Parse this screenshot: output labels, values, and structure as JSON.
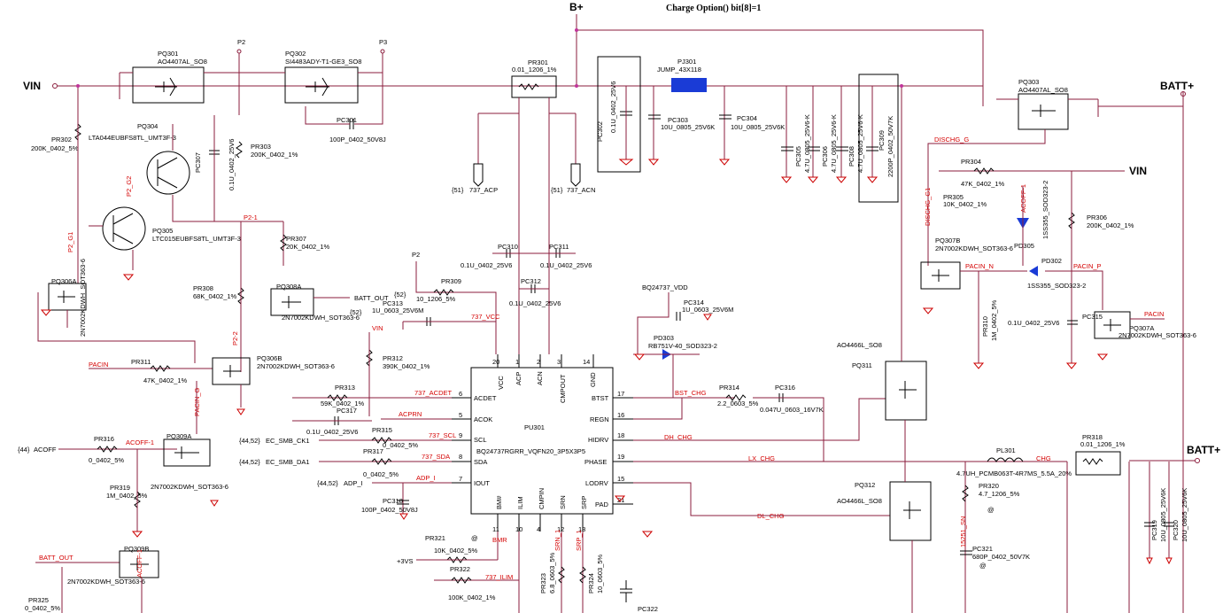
{
  "title": "Charge Option() bit[8]=1",
  "power_nets": {
    "vin_left": "VIN",
    "vin_right": "VIN",
    "b_plus": "B+",
    "batt_plus_top": "BATT+",
    "batt_plus_right": "BATT+"
  },
  "chip": {
    "ref": "PU301",
    "part": "BQ24737RGRR_VQFN20_3P5X3P5",
    "pins_left": [
      {
        "num": "6",
        "name": "ACDET"
      },
      {
        "num": "5",
        "name": "ACOK"
      },
      {
        "num": "9",
        "name": "SCL"
      },
      {
        "num": "8",
        "name": "SDA"
      },
      {
        "num": "7",
        "name": "IOUT"
      }
    ],
    "pins_right": [
      {
        "num": "17",
        "name": "BTST"
      },
      {
        "num": "16",
        "name": "REGN"
      },
      {
        "num": "18",
        "name": "HIDRV"
      },
      {
        "num": "19",
        "name": "PHASE"
      },
      {
        "num": "15",
        "name": "LODRV"
      },
      {
        "num": "21",
        "name": "PAD"
      }
    ],
    "pins_top": [
      {
        "num": "20",
        "name": "VCC"
      },
      {
        "num": "1",
        "name": "ACP"
      },
      {
        "num": "2",
        "name": "ACN"
      },
      {
        "num": "3",
        "name": "CMPOUT"
      },
      {
        "num": "14",
        "name": "GND"
      }
    ],
    "pins_bottom": [
      {
        "num": "11",
        "name": "BM#"
      },
      {
        "num": "10",
        "name": "ILIM"
      },
      {
        "num": "4",
        "name": "CMPIN"
      },
      {
        "num": "12",
        "name": "SRN"
      },
      {
        "num": "13",
        "name": "SRP"
      }
    ]
  },
  "mosfets": {
    "pq301": {
      "ref": "PQ301",
      "part": "AO4407AL_SO8"
    },
    "pq302": {
      "ref": "PQ302",
      "part": "SI4483ADY-T1-GE3_SO8"
    },
    "pq303": {
      "ref": "PQ303",
      "part": "AO4407AL_SO8"
    },
    "pq311": {
      "ref": "PQ311",
      "part": "AO4466L_SO8"
    },
    "pq312": {
      "ref": "PQ312",
      "part": "AO4466L_SO8"
    }
  },
  "bjts": {
    "pq304": {
      "ref": "PQ304",
      "part": "LTA044EUBFS8TL_UMT3F-3"
    },
    "pq305": {
      "ref": "PQ305",
      "part": "LTC015EUBFS8TL_UMT3F-3"
    }
  },
  "small_fets": {
    "pq306a": {
      "ref": "PQ306A",
      "part": "2N7002KDWH_SOT363-6"
    },
    "pq306b": {
      "ref": "PQ306B",
      "part": "2N7002KDWH_SOT363-6"
    },
    "pq308a": {
      "ref": "PQ308A",
      "part": "2N7002KDWH_SOT363-6"
    },
    "pq309a": {
      "ref": "PQ309A",
      "part": "2N7002KDWH_SOT363-6"
    },
    "pq309b": {
      "ref": "PQ309B",
      "part": "2N7002KDWH_SOT363-6"
    },
    "pq307a": {
      "ref": "PQ307A",
      "part": "2N7002KDWH_SOT363-6"
    },
    "pq307b": {
      "ref": "PQ307B",
      "part": "2N7002KDWH_SOT363-6"
    }
  },
  "resistors": {
    "pr301": {
      "ref": "PR301",
      "value": "0.01_1206_1%"
    },
    "pr302": {
      "ref": "PR302",
      "value": "200K_0402_5%"
    },
    "pr303": {
      "ref": "PR303",
      "value": "200K_0402_1%"
    },
    "pr304": {
      "ref": "PR304",
      "value": "47K_0402_1%"
    },
    "pr305": {
      "ref": "PR305",
      "value": "10K_0402_1%"
    },
    "pr306": {
      "ref": "PR306",
      "value": "200K_0402_1%"
    },
    "pr307": {
      "ref": "PR307",
      "value": "20K_0402_1%"
    },
    "pr308": {
      "ref": "PR308",
      "value": "68K_0402_1%"
    },
    "pr309": {
      "ref": "PR309",
      "value": "10_1206_5%"
    },
    "pr310": {
      "ref": "PR310",
      "value": "1M_0402_5%"
    },
    "pr311": {
      "ref": "PR311",
      "value": "47K_0402_1%"
    },
    "pr312": {
      "ref": "PR312",
      "value": "390K_0402_1%"
    },
    "pr313": {
      "ref": "PR313",
      "value": "59K_0402_1%"
    },
    "pr314": {
      "ref": "PR314",
      "value": "2.2_0603_5%"
    },
    "pr315": {
      "ref": "PR315",
      "value": "0_0402_5%"
    },
    "pr316": {
      "ref": "PR316",
      "value": "0_0402_5%"
    },
    "pr317": {
      "ref": "PR317",
      "value": "0_0402_5%"
    },
    "pr318": {
      "ref": "PR318",
      "value": "0.01_1206_1%"
    },
    "pr319": {
      "ref": "PR319",
      "value": "1M_0402_5%"
    },
    "pr320": {
      "ref": "PR320",
      "value": "4.7_1206_5%"
    },
    "pr321": {
      "ref": "PR321",
      "value": "10K_0402_5%"
    },
    "pr322": {
      "ref": "PR322",
      "value": "100K_0402_1%"
    },
    "pr323": {
      "ref": "PR323",
      "value": "6.8_0603_5%"
    },
    "pr324": {
      "ref": "PR324",
      "value": "10_0603_5%"
    },
    "pr325": {
      "ref": "PR325",
      "value": "0_0402_5%"
    }
  },
  "capacitors": {
    "pc301": {
      "ref": "PC301",
      "value": "100P_0402_50V8J"
    },
    "pc302": {
      "ref": "PC302",
      "value": "0.1U_0402_25V6"
    },
    "pc303": {
      "ref": "PC303",
      "value": "10U_0805_25V6K"
    },
    "pc304": {
      "ref": "PC304",
      "value": "10U_0805_25V6K"
    },
    "pc305": {
      "ref": "PC305",
      "value": "4.7U_0805_25V6-K"
    },
    "pc306": {
      "ref": "PC306",
      "value": "4.7U_0805_25V6-K"
    },
    "pc307": {
      "ref": "PC307",
      "value": "0.1U_0402_25V6"
    },
    "pc308": {
      "ref": "PC308",
      "value": "4.7U_0805_25V6-K"
    },
    "pc309": {
      "ref": "PC309",
      "value": "2200P_0402_50V7K"
    },
    "pc310": {
      "ref": "PC310",
      "value": "0.1U_0402_25V6"
    },
    "pc311": {
      "ref": "PC311",
      "value": "0.1U_0402_25V6"
    },
    "pc312": {
      "ref": "PC312",
      "value": "0.1U_0402_25V6"
    },
    "pc313": {
      "ref": "PC313",
      "value": "1U_0603_25V6M"
    },
    "pc314": {
      "ref": "PC314",
      "value": "1U_0603_25V6M"
    },
    "pc315": {
      "ref": "PC315",
      "value": "0.1U_0402_25V6"
    },
    "pc316": {
      "ref": "PC316",
      "value": "0.047U_0603_16V7K"
    },
    "pc317": {
      "ref": "PC317",
      "value": "0.1U_0402_25V6"
    },
    "pc318": {
      "ref": "PC318",
      "value": "100P_0402_50V8J"
    },
    "pc319": {
      "ref": "PC319",
      "value": "10U_0805_25V6K"
    },
    "pc320": {
      "ref": "PC320",
      "value": "10U_0805_25V6K"
    },
    "pc321": {
      "ref": "PC321",
      "value": "680P_0402_50V7K"
    },
    "pc322": {
      "ref": "PC322",
      "value": ""
    }
  },
  "diodes": {
    "pd302": {
      "ref": "PD302",
      "value": "1SS355_SOD323-2"
    },
    "pd303": {
      "ref": "PD303",
      "value": "RB751V-40_SOD323-2"
    },
    "pd305": {
      "ref": "PD305",
      "value": "1SS355_SOD323-2"
    }
  },
  "others": {
    "pj301": {
      "ref": "PJ301",
      "value": "JUMP_43X118"
    },
    "pl301": {
      "ref": "PL301",
      "value": "4.7UH_PCMB063T-4R7MS_5.5A_20%"
    },
    "vdd": "BQ24737_VDD",
    "p2": "P2",
    "p3": "P3",
    "p2_net": "P2",
    "vin_small": "VIN",
    "plus3vs": "+3VS"
  },
  "nets": {
    "acp": "737_ACP",
    "acn": "737_ACN",
    "ref51_acp": "{51}",
    "ref51_acn": "{51}",
    "vcc": "737_VCC",
    "acdet": "737_ACDET",
    "acprn": "ACPRN",
    "scl": "737_SCL",
    "sda": "737_SDA",
    "adp_i": "ADP_I",
    "bst_chg": "BST_CHG",
    "dh_chg": "DH_CHG",
    "lx_chg": "LX_CHG",
    "dl_chg": "DL_CHG",
    "chg": "CHG",
    "dischg_g": "DISCHG_G",
    "dischg_g1": "DISCHG_G1",
    "acoff": "ACOFF",
    "acoff_1": "ACOFF-1",
    "acoff_1b": "ACOFF-1",
    "acoff_ref": "{44}",
    "pacin": "PACIN",
    "pacin_g": "PACIN_G",
    "pacin_n": "PACIN_N",
    "pacin_p": "PACIN_P",
    "pacin_r": "PACIN",
    "batt_out": "BATT_OUT",
    "batt_out2": "BATT_OUT",
    "batt_out_ref": "{52}",
    "p2_g1": "P2_G1",
    "p2_g2": "P2_G2",
    "p2_1": "P2-1",
    "p2_2": "P2-2",
    "smb_ck1": "EC_SMB_CK1",
    "smb_da1": "EC_SMB_DA1",
    "smb_ref1": "{44,52}",
    "smb_ref2": "{44,52}",
    "adp_ref": "{44,52}",
    "adp_i2": "ADP_I",
    "bmr": "BMR",
    "ilim": "737_ILIM",
    "srn": "SRN_1",
    "srp": "SRP_1",
    "snb": "15251_SN",
    "at": "@"
  }
}
